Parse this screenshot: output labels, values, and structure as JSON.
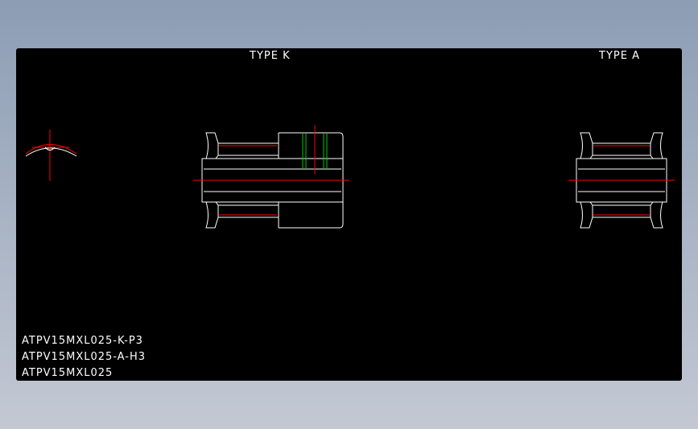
{
  "headers": {
    "type_k": "TYPE K",
    "type_a": "TYPE A"
  },
  "part_numbers": [
    "ATPV15MXL025-K-P3",
    "ATPV15MXL025-A-H3",
    "ATPV15MXL025"
  ],
  "colors": {
    "background": "#000000",
    "outline": "#ffffff",
    "centerline": "#ff0000",
    "pitch_line": "#00c800",
    "frame_gradient_top": "#8c9db4",
    "frame_gradient_bottom": "#c3c8d3"
  }
}
